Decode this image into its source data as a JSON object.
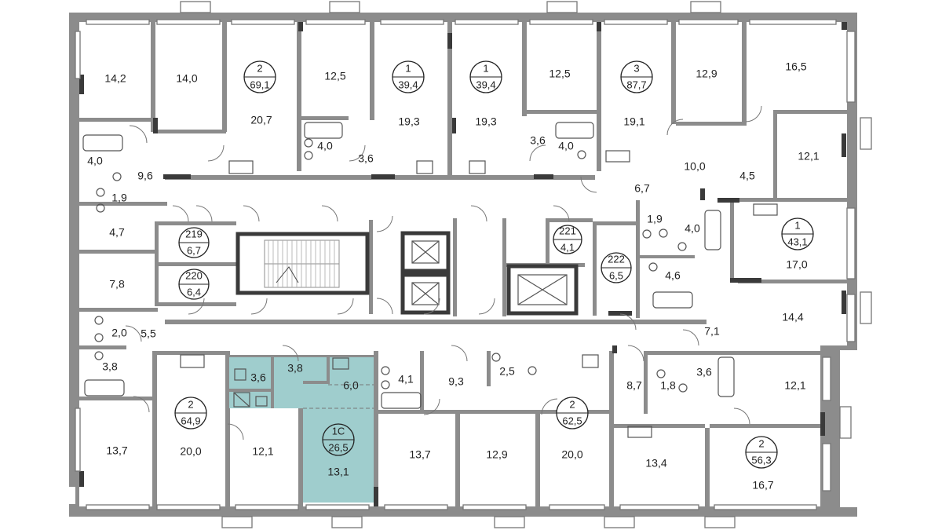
{
  "colors": {
    "wall": "#8c8c8c",
    "highlight": "#9fcdcd",
    "label": "#222222",
    "dark_wall": "#3a3a3a"
  },
  "highlighted_apartment": {
    "circle_top": "1С",
    "circle_bottom": "26,5",
    "rooms": [
      "3,6",
      "3,8",
      "6,0",
      "13,1"
    ]
  },
  "apartment_markers": [
    {
      "id": "apt-2-69",
      "top": "2",
      "bottom": "69,1"
    },
    {
      "id": "apt-1-39a",
      "top": "1",
      "bottom": "39,4"
    },
    {
      "id": "apt-1-39b",
      "top": "1",
      "bottom": "39,4"
    },
    {
      "id": "apt-3-87",
      "top": "3",
      "bottom": "87,7"
    },
    {
      "id": "apt-1-43",
      "top": "1",
      "bottom": "43,1"
    },
    {
      "id": "apt-2-64",
      "top": "2",
      "bottom": "64,9"
    },
    {
      "id": "apt-2-62",
      "top": "2",
      "bottom": "62,5"
    },
    {
      "id": "apt-2-56",
      "top": "2",
      "bottom": "56,3"
    },
    {
      "id": "apt-1c",
      "top": "1С",
      "bottom": "26,5"
    }
  ],
  "storage_rooms": [
    {
      "id": "s219",
      "top": "219",
      "bottom": "6,7"
    },
    {
      "id": "s220",
      "top": "220",
      "bottom": "6,4"
    },
    {
      "id": "s221",
      "top": "221",
      "bottom": "4,1"
    },
    {
      "id": "s222",
      "top": "222",
      "bottom": "6,5"
    }
  ],
  "room_areas": [
    "14,2",
    "14,0",
    "20,7",
    "12,5",
    "19,3",
    "19,3",
    "12,5",
    "19,1",
    "12,9",
    "16,5",
    "4,0",
    "9,6",
    "1,9",
    "4,0",
    "3,6",
    "3,6",
    "4,0",
    "10,0",
    "4,5",
    "12,1",
    "6,7",
    "4,7",
    "1,9",
    "4,0",
    "17,0",
    "7,8",
    "4,6",
    "14,4",
    "2,0",
    "5,5",
    "7,1",
    "3,8",
    "4,1",
    "9,3",
    "2,5",
    "8,7",
    "1,8",
    "3,6",
    "12,1",
    "13,7",
    "20,0",
    "12,1",
    "13,7",
    "12,9",
    "20,0",
    "13,4",
    "16,7"
  ]
}
